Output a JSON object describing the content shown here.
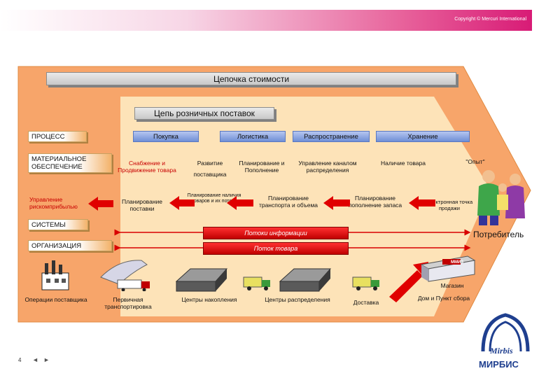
{
  "header": {
    "copyright": "Copyright © Mercuri International"
  },
  "value_chain": {
    "title": "Цепочка стоимости"
  },
  "retail_chain": {
    "title": "Цепь розничных поставок"
  },
  "left_labels": {
    "process": "ПРОЦЕСС",
    "material": "МАТЕРИАЛЬНОЕ ОБЕСПЕЧЕНИЕ",
    "risk": "Управление рискомприбылью",
    "systems": "СИСТЕМЫ",
    "organization": "ОРГАНИЗАЦИЯ"
  },
  "stages": [
    "Покупка",
    "Логистика",
    "Распространение",
    "Хранение"
  ],
  "row1": {
    "supply": "Снабжение и Продвижение товара",
    "development": "Развитие",
    "supplier": "поставщика",
    "planning_replenish": "Планирование и Пополнение",
    "channel_mgmt": "Управление каналом распределения",
    "stock": "Наличие товара",
    "experience": "\"Опыт\""
  },
  "row2": {
    "planning_supply": "Планирование поставки",
    "planning_stock_flow": "Планирование наличия товаров и их потока",
    "planning_transport": "Планирование транспорта и объема",
    "planning_replenish_stock": "Планирование пополнение запаса",
    "e_sales": "Электронная точка продажи"
  },
  "flows": {
    "info": "Потоки информации",
    "goods": "Поток товара"
  },
  "consumer": "Потребитель",
  "bottom": {
    "supplier_ops": "Операции поставщика",
    "primary_transport": "Первичная транспортировка",
    "accumulation": "Центры накопления",
    "distribution": "Центры распределения",
    "delivery": "Доставка",
    "store": "Магазин",
    "store_sign": "ММИЗ",
    "home_pickup": "Дом и Пункт сбора"
  },
  "footer": {
    "page": "4",
    "nav_prev": "◄",
    "nav_next": "►"
  },
  "logo": {
    "script": "Mirbis",
    "name": "МИРБИС"
  },
  "colors": {
    "outer": "#f7a56a",
    "inner": "#fde3b8",
    "accent": "#d81b76",
    "arrow": "#d80000",
    "logo": "#1f3f8f"
  }
}
